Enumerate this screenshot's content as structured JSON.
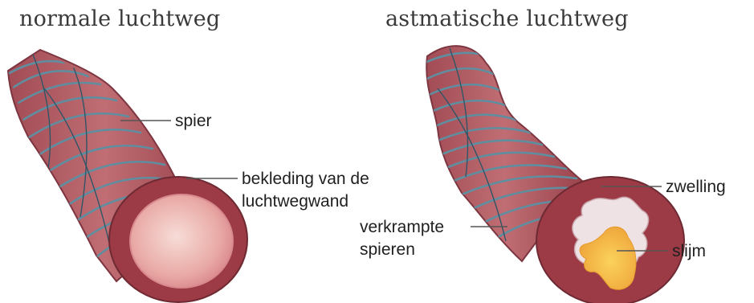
{
  "normal": {
    "title": "normale luchtweg",
    "labels": {
      "spier": "spier",
      "bekleding_line1": "bekleding van de",
      "bekleding_line2": "luchtwegwand"
    }
  },
  "asthmatic": {
    "title": "astmatische luchtweg",
    "labels": {
      "zwelling": "zwelling",
      "verkrampte_line1": "verkrampte",
      "verkrampte_line2": "spieren",
      "slijm": "slijm"
    }
  },
  "colors": {
    "tube": "#b35a62",
    "tube_dark": "#8a3a44",
    "wall_ring": "#9c3b46",
    "lumen": "#f2c6c0",
    "muscle": "#5f8ea0",
    "mucus": "#f3b23a",
    "swollen_lining": "#efe2e4"
  }
}
